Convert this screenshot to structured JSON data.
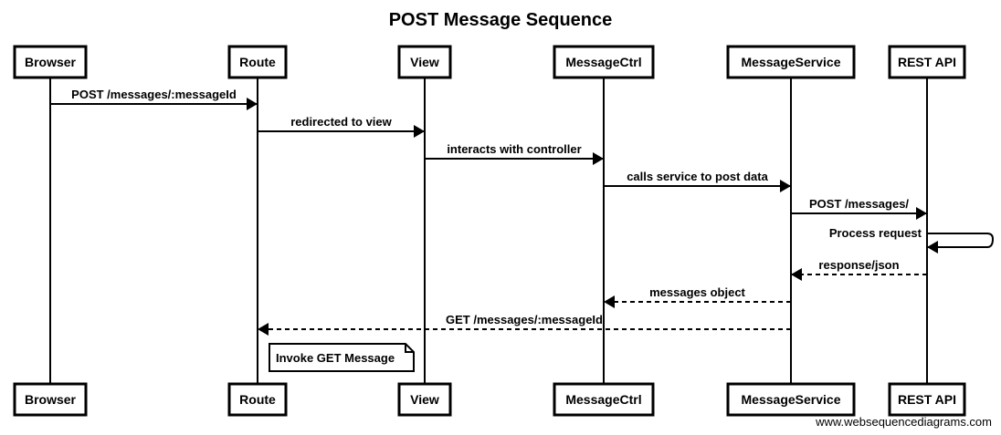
{
  "title": "POST Message Sequence",
  "participants": [
    {
      "id": "browser",
      "label": "Browser"
    },
    {
      "id": "route",
      "label": "Route"
    },
    {
      "id": "view",
      "label": "View"
    },
    {
      "id": "messagectrl",
      "label": "MessageCtrl"
    },
    {
      "id": "messageservice",
      "label": "MessageService"
    },
    {
      "id": "restapi",
      "label": "REST API"
    }
  ],
  "messages": [
    {
      "from": "browser",
      "to": "route",
      "label": "POST /messages/:messageId",
      "style": "solid"
    },
    {
      "from": "route",
      "to": "view",
      "label": "redirected to view",
      "style": "solid"
    },
    {
      "from": "view",
      "to": "messagectrl",
      "label": "interacts with controller",
      "style": "solid"
    },
    {
      "from": "messagectrl",
      "to": "messageservice",
      "label": "calls service to post data",
      "style": "solid"
    },
    {
      "from": "messageservice",
      "to": "restapi",
      "label": "POST /messages/",
      "style": "solid"
    },
    {
      "from": "restapi",
      "to": "restapi",
      "label": "Process request",
      "style": "self"
    },
    {
      "from": "restapi",
      "to": "messageservice",
      "label": "response/json",
      "style": "dashed"
    },
    {
      "from": "messageservice",
      "to": "messagectrl",
      "label": "messages object",
      "style": "dashed"
    },
    {
      "from": "messageservice",
      "to": "route",
      "label": "GET /messages/:messageId",
      "style": "dashed"
    }
  ],
  "note": {
    "participant": "route",
    "label": "Invoke GET Message"
  },
  "footer": "www.websequencediagrams.com"
}
